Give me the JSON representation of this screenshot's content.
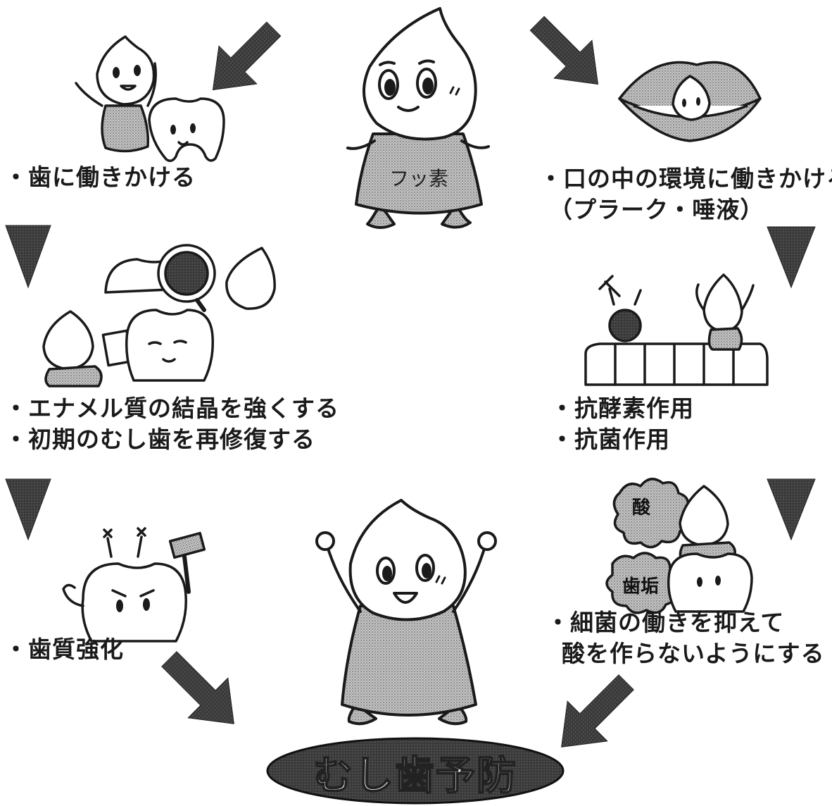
{
  "center": {
    "character_shirt": "フッ素"
  },
  "nodes": {
    "teeth": "・歯に働きかける",
    "mouth_line1": "・口の中の環境に働きかける",
    "mouth_line2": "（プラーク・唾液）",
    "enamel_line1": "・エナメル質の結晶を強くする",
    "enamel_line2": "・初期のむし歯を再修復する",
    "enzyme_line1": "・抗酵素作用",
    "enzyme_line2": "・抗菌作用",
    "tooth_strength": "・歯質強化",
    "bacteria_line1": "・細菌の働きを抑えて",
    "bacteria_line2": "酸を作らないようにする"
  },
  "bubbles": {
    "acid": "酸",
    "plaque": "歯垢"
  },
  "result": {
    "badge": "むし歯予防"
  },
  "colors": {
    "ink": "#1a1a1a",
    "arrow_fill": "#3a3a3a",
    "tone_gray": "#9a9a9a",
    "badge_fill": "#2e2e2e",
    "badge_text": "#ffffff"
  }
}
